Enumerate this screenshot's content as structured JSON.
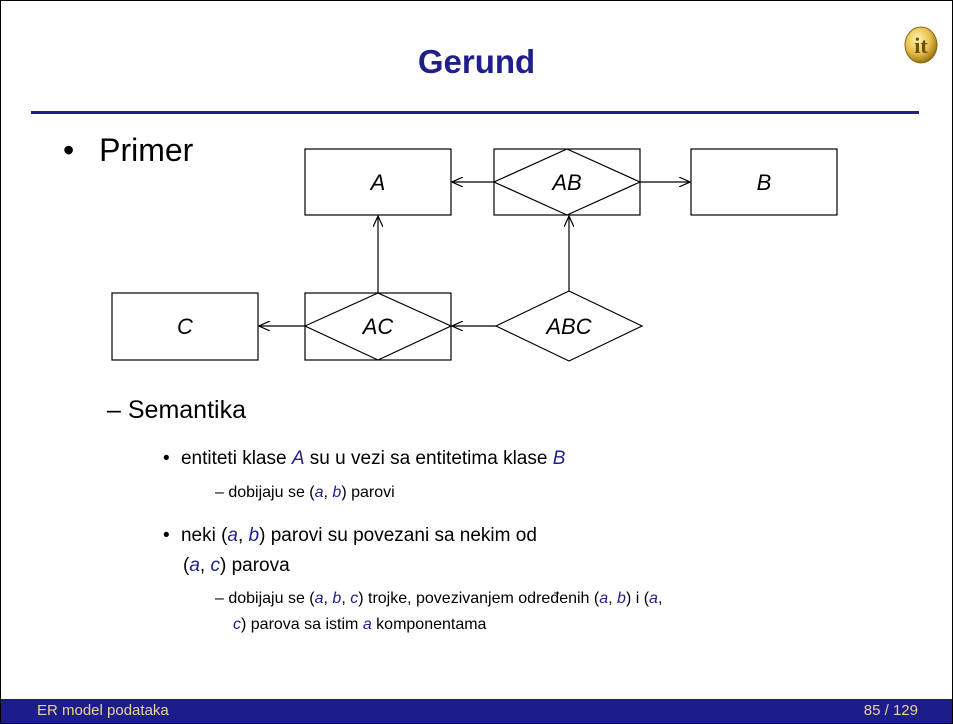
{
  "slide": {
    "title": "Gerund",
    "bullet1": "Primer",
    "sub_heading": "Semantika",
    "footer_left": "ER model podataka",
    "footer_right": "85 / 129",
    "logo": "it"
  },
  "diagram": {
    "nodes": {
      "A": "A",
      "AB": "AB",
      "B": "B",
      "C": "C",
      "AC": "AC",
      "ABC": "ABC"
    }
  },
  "lines": {
    "l1": {
      "p1": "entiteti klase ",
      "e1": "A",
      "p2": " su u vezi sa entitetima klase ",
      "e2": "B"
    },
    "l2": {
      "p1": "dobijaju se (",
      "e1": "a",
      "p2": ", ",
      "e2": "b",
      "p3": ") parovi"
    },
    "l3": {
      "p1": "neki (",
      "e1": "a",
      "p2": ", ",
      "e2": "b",
      "p3": ") parovi su povezani sa nekim od"
    },
    "l4": {
      "p1": "(",
      "e1": "a",
      "p2": ", ",
      "e2": "c",
      "p3": ") parova"
    },
    "l5": {
      "p1": "dobijaju se (",
      "e1": "a",
      "p2": ", ",
      "e2": "b",
      "p3": ", ",
      "e3": "c",
      "p4": ") trojke, povezivanjem određenih (",
      "e4": "a",
      "p5": ", ",
      "e5": "b",
      "p6": ") i (",
      "e6": "a",
      "p7": ","
    },
    "l6": {
      "e1": "c",
      "p1": ") parova sa istim ",
      "e2": "a",
      "p2": " komponentama"
    }
  }
}
